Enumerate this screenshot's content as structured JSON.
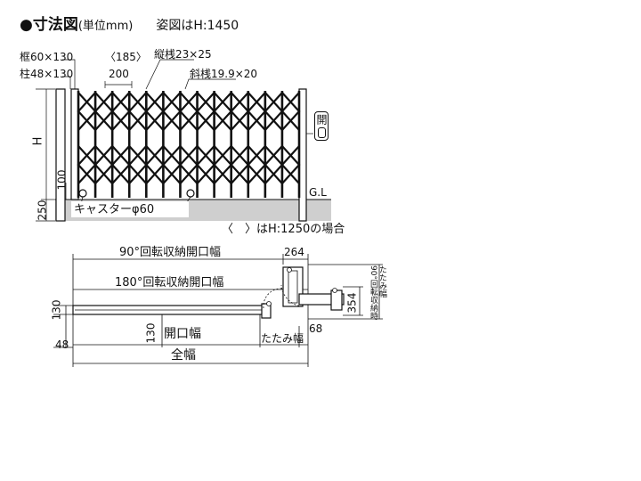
{
  "title": "●寸法図",
  "unit": "(単位mm)",
  "photo_note": "姿図はH:1450",
  "elevation": {
    "frame_label": "框60×130",
    "post_label": "柱48×130",
    "paren_185": "〈185〉",
    "pitch_200": "200",
    "vertical_bar": "縦桟23×25",
    "diagonal_bar": "斜桟19.9×20",
    "h_label": "H",
    "dim_100": "100",
    "dim_250": "250",
    "caster": "キャスターφ60",
    "gl": "G.L",
    "open_mark": "開",
    "note_1250": "〈　〉はH:1250の場合"
  },
  "plan": {
    "open_90": "90°回転収納開口幅",
    "dim_264": "264",
    "open_180": "180°回転収納開口幅",
    "dim_130_left": "130",
    "dim_130_mid": "130",
    "dim_48": "48",
    "opening_width": "開口幅",
    "fold_width": "たたみ幅",
    "dim_68": "68",
    "dim_354": "354",
    "total_width": "全幅",
    "fold_90_line1": "90°回転収納時",
    "fold_90_line2": "たたみ幅"
  },
  "colors": {
    "line": "#111111",
    "ground": "#cfcfcf"
  }
}
